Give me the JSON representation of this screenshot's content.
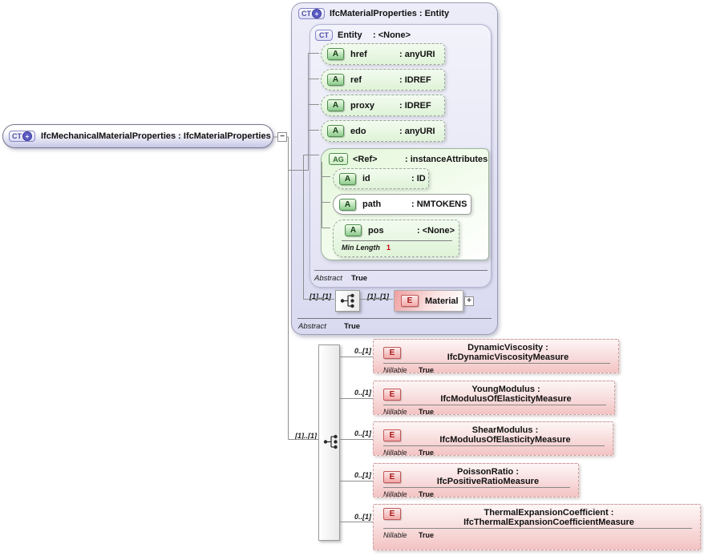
{
  "root_box": {
    "badge_text": "CT",
    "plus": "+",
    "label": "IfcMechanicalMaterialProperties : IfcMaterialProperties",
    "collapse": "−"
  },
  "panel": {
    "badge_text": "CT",
    "plus": "+",
    "title": "IfcMaterialProperties : Entity",
    "footer": {
      "label": "Abstract",
      "value": "True"
    },
    "entity": {
      "badge_text": "CT",
      "name": "Entity",
      "type": ": <None>",
      "attributes": [
        {
          "badge": "A",
          "name": "href",
          "type": ": anyURI"
        },
        {
          "badge": "A",
          "name": "ref",
          "type": ": IDREF"
        },
        {
          "badge": "A",
          "name": "proxy",
          "type": ": IDREF"
        },
        {
          "badge": "A",
          "name": "edo",
          "type": ": anyURI"
        }
      ],
      "group": {
        "badge": "AG",
        "name": "<Ref>",
        "type": ": instanceAttributes",
        "attributes": [
          {
            "badge": "A",
            "name": "id",
            "type": ": ID"
          },
          {
            "badge": "A",
            "name": "path",
            "type": ": NMTOKENS"
          },
          {
            "badge": "A",
            "name": "pos",
            "type": ": <None>"
          }
        ],
        "facet": {
          "label": "Min Length",
          "value": "1"
        }
      },
      "footer": {
        "label": "Abstract",
        "value": "True"
      }
    },
    "sequence": {
      "card_left": "[1]..[1]",
      "card_right": "[1]..[1]",
      "element": {
        "badge": "E",
        "name": "Material",
        "expand": "+"
      }
    }
  },
  "bottom": {
    "cardinality": "[1]..[1]",
    "elements": [
      {
        "cardinality": "0..[1]",
        "badge": "E",
        "title": "DynamicViscosity : IfcDynamicViscosityMeasure",
        "nillable": {
          "label": "Nillable",
          "value": "True"
        }
      },
      {
        "cardinality": "0..[1]",
        "badge": "E",
        "title": "YoungModulus : IfcModulusOfElasticityMeasure",
        "nillable": {
          "label": "Nillable",
          "value": "True"
        }
      },
      {
        "cardinality": "0..[1]",
        "badge": "E",
        "title": "ShearModulus : IfcModulusOfElasticityMeasure",
        "nillable": {
          "label": "Nillable",
          "value": "True"
        }
      },
      {
        "cardinality": "0..[1]",
        "badge": "E",
        "title": "PoissonRatio : IfcPositiveRatioMeasure",
        "nillable": {
          "label": "Nillable",
          "value": "True"
        }
      },
      {
        "cardinality": "0..[1]",
        "badge": "E",
        "title": "ThermalExpansionCoefficient : IfcThermalExpansionCoefficientMeasure",
        "nillable": {
          "label": "Nillable",
          "value": "True"
        }
      }
    ]
  }
}
